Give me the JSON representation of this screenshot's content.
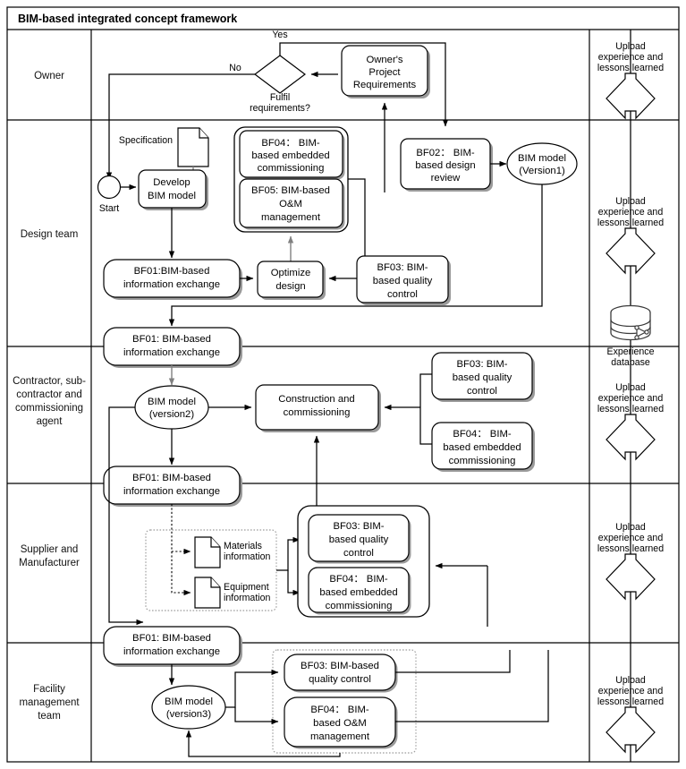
{
  "header": {
    "title": "BIM-based integrated concept framework"
  },
  "lanes": [
    {
      "id": "owner",
      "label": "Owner"
    },
    {
      "id": "design",
      "label": "Design team"
    },
    {
      "id": "contractor",
      "label": "Contractor, sub-\ncontractor and\ncommissioning\nagent",
      "lines": [
        "Contractor, sub-",
        "contractor and",
        "commissioning",
        "agent"
      ]
    },
    {
      "id": "supplier",
      "label": "Supplier and Manufacturer",
      "lines": [
        "Supplier and",
        "Manufacturer"
      ]
    },
    {
      "id": "facility",
      "label": "Facility management team",
      "lines": [
        "Facility",
        "management",
        "team"
      ]
    }
  ],
  "owner_lane": {
    "gateway_label_lines": [
      "Fulfil",
      "requirements?"
    ],
    "yes_label": "Yes",
    "no_label": "No",
    "owner_requirements": {
      "lines": [
        "Owner's",
        "Project",
        "Requirements"
      ]
    }
  },
  "design_lane": {
    "start_label": "Start",
    "specification_label": "Specification",
    "develop": {
      "lines": [
        "Develop",
        "BIM model"
      ]
    },
    "bf04_embedded": {
      "lines": [
        "BF04： BIM-",
        "based embedded",
        "commissioning"
      ]
    },
    "bf05_om": {
      "lines": [
        "BF05: BIM-based",
        "O&M",
        "management"
      ]
    },
    "bf01_exchange": {
      "lines": [
        "BF01:BIM-based",
        "information exchange"
      ]
    },
    "optimize": {
      "lines": [
        "Optimize",
        "design"
      ]
    },
    "bf03_quality": {
      "lines": [
        "BF03: BIM-",
        "based quality",
        "control"
      ]
    },
    "bf02_review": {
      "lines": [
        "BF02： BIM-",
        "based design",
        "review"
      ]
    },
    "bim_model_v1": {
      "lines": [
        "BIM model",
        "(Version1)"
      ]
    }
  },
  "contractor_lane": {
    "bf01_exchange_top": {
      "lines": [
        "BF01: BIM-based",
        "information exchange"
      ]
    },
    "bim_model_v2": {
      "lines": [
        "BIM model",
        "(version2)"
      ]
    },
    "construction": {
      "lines": [
        "Construction and",
        "commissioning"
      ]
    },
    "bf03_quality": {
      "lines": [
        "BF03: BIM-",
        "based quality",
        "control"
      ]
    },
    "bf04_embedded": {
      "lines": [
        "BF04： BIM-",
        "based embedded",
        "commissioning"
      ]
    },
    "bf01_exchange_bottom": {
      "lines": [
        "BF01: BIM-based",
        "information exchange"
      ]
    }
  },
  "supplier_lane": {
    "materials": {
      "lines": [
        "Materials",
        "information"
      ]
    },
    "equipment": {
      "lines": [
        "Equipment",
        "information"
      ]
    },
    "bf03_quality": {
      "lines": [
        "BF03: BIM-",
        "based quality",
        "control"
      ]
    },
    "bf04_embedded": {
      "lines": [
        "BF04： BIM-",
        "based embedded",
        "commissioning"
      ]
    },
    "bf01_exchange_bottom": {
      "lines": [
        "BF01: BIM-based",
        "information exchange"
      ]
    }
  },
  "facility_lane": {
    "bim_model_v3": {
      "lines": [
        "BIM model",
        "(version3)"
      ]
    },
    "bf03_quality": {
      "lines": [
        "BF03: BIM-based",
        "quality control"
      ]
    },
    "bf04_om": {
      "lines": [
        "BF04： BIM-",
        "based O&M",
        "management"
      ]
    }
  },
  "right_column": {
    "experience_db": {
      "lines": [
        "Experience",
        "database"
      ]
    },
    "upload_label_lines": [
      "Upload",
      "experience and",
      "lessons learned"
    ],
    "upload_count": 5
  },
  "colors": {
    "stroke": "#000000",
    "shadow": "#9a9a9a",
    "group_dotted": "#9d9d9d",
    "background": "#ffffff"
  }
}
